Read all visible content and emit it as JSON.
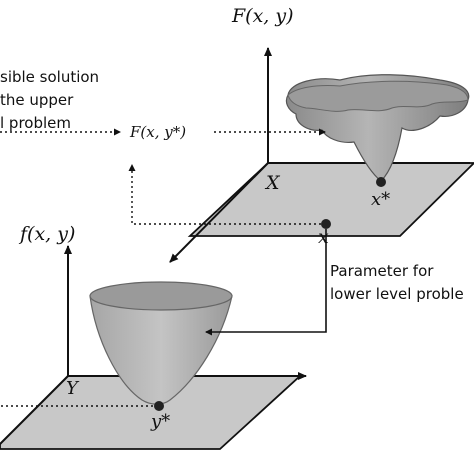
{
  "upper": {
    "axis_label": "F(x,  y)",
    "plane_label": "X",
    "point_label": "x",
    "optimum_label": "x*"
  },
  "lower": {
    "axis_label": "f(x,  y)",
    "plane_label": "Y",
    "optimum_label": "y*"
  },
  "middle_label": "F(x,  y*)",
  "annotation_left": {
    "line1": "sible solution",
    "line2": "the upper",
    "line3": "l problem"
  },
  "annotation_right": {
    "line1": "Parameter for",
    "line2": "lower level proble"
  },
  "colors": {
    "plane": "#c8c8c8",
    "surface": "#9a9a9a",
    "surface_top": "#b8b8b8",
    "ink": "#111111"
  }
}
